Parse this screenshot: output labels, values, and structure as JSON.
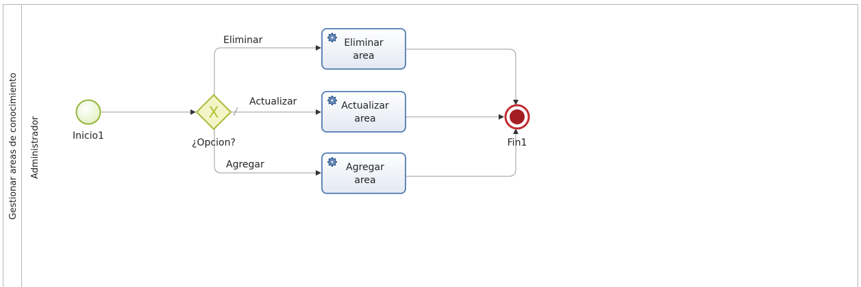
{
  "pool": {
    "label": "Gestionar areas de conocimiento"
  },
  "lane": {
    "label": "Administrador"
  },
  "start_event": {
    "label": "Inicio1"
  },
  "gateway": {
    "label": "¿Opcion?",
    "marker": "X"
  },
  "end_event": {
    "label": "Fin1"
  },
  "tasks": [
    {
      "line1": "Eliminar",
      "line2": "area",
      "icon": "gear-icon"
    },
    {
      "line1": "Actualizar",
      "line2": "area",
      "icon": "gear-icon"
    },
    {
      "line1": "Agregar",
      "line2": "area",
      "icon": "gear-icon"
    }
  ],
  "flows": {
    "eliminar": "Eliminar",
    "actualizar": "Actualizar",
    "agregar": "Agregar"
  },
  "colors": {
    "start_fill": "#e8f3c8",
    "start_stroke": "#8fb53a",
    "gateway_fill": "#f3f5c6",
    "gateway_stroke": "#a9b83a",
    "end_fill": "#a31e22",
    "end_stroke": "#c0282d",
    "task_fill": "#eef1f8",
    "task_stroke": "#4f7ab0",
    "edge": "#9a9a9a",
    "pool_border": "#b5b5b5"
  }
}
